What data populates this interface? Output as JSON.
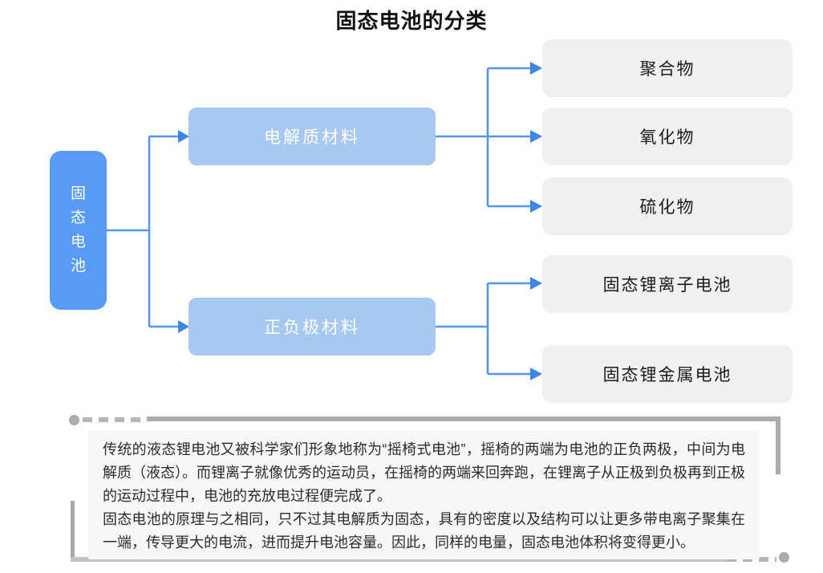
{
  "title": "固态电池的分类",
  "diagram": {
    "root": {
      "label": "固态电池"
    },
    "branches": [
      {
        "label": "电解质材料",
        "children": [
          {
            "label": "聚合物"
          },
          {
            "label": "氧化物"
          },
          {
            "label": "硫化物"
          }
        ]
      },
      {
        "label": "正负极材料",
        "children": [
          {
            "label": "固态锂离子电池"
          },
          {
            "label": "固态锂金属电池"
          }
        ]
      }
    ]
  },
  "note": {
    "paragraph1": "传统的液态锂电池又被科学家们形象地称为“摇椅式电池”，摇椅的两端为电池的正负两极，中间为电解质（液态）。而锂离子就像优秀的运动员，在摇椅的两端来回奔跑，在锂离子从正极到负极再到正极的运动过程中，电池的充放电过程便完成了。",
    "paragraph2": "固态电池的原理与之相同，只不过其电解质为固态，具有的密度以及结构可以让更多带电离子聚集在一端，传导更大的电流，进而提升电池容量。因此，同样的电量，固态电池体积将变得更小。"
  },
  "colors": {
    "root_blue": "#579BF7",
    "branch_blue": "#A6C8F1",
    "leaf_gray": "#F0F0F0",
    "connector_line": "#5593EC",
    "arrowhead": "#3F85E6",
    "decoration_gray": "#ABABAB",
    "note_background": "#F7F7F7"
  }
}
